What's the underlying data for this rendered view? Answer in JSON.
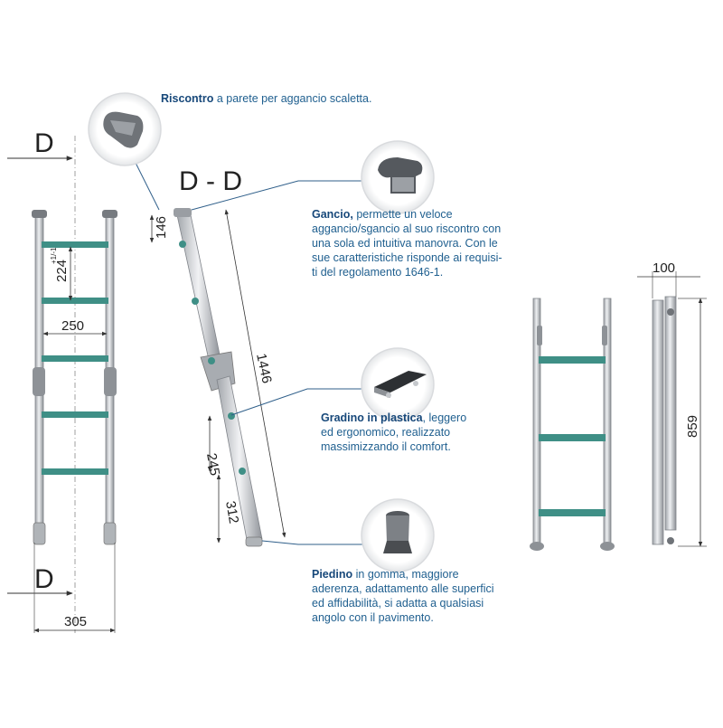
{
  "section_labels": {
    "top": "D",
    "bottom": "D",
    "section": "D - D"
  },
  "dimensions": {
    "rung_spacing": "224",
    "rung_spacing_tol": "+1/-1",
    "inner_width": "250",
    "outer_width": "305",
    "hook_offset": "146",
    "length": "1446",
    "step_a": "245",
    "step_b": "312",
    "depth": "100",
    "height": "859"
  },
  "callouts": {
    "riscontro": {
      "title": "Riscontro",
      "text": " a parete per aggancio scaletta."
    },
    "gancio": {
      "title": "Gancio,",
      "line1": " permette un veloce",
      "line2": "aggancio/sgancio al suo riscontro con",
      "line3": "una sola ed intuitiva manovra. Con le",
      "line4": "sue caratteristiche risponde ai requisi-",
      "line5": "ti del regolamento 1646-1."
    },
    "gradino": {
      "title": "Gradino in plastica",
      "line1": ", leggero",
      "line2": "ed ergonomico, realizzato",
      "line3": "massimizzando il comfort."
    },
    "piedino": {
      "title": "Piedino",
      "line1": " in gomma, maggiore",
      "line2": "aderenza, adattamento alle superfici",
      "line3": "ed affidabilità, si adatta a qualsiasi",
      "line4": "angolo con il pavimento."
    }
  },
  "colors": {
    "rung": "#3f8f86",
    "rail": "#c9ccd0",
    "rail_dark": "#8d9196",
    "text": "#1f5f8f",
    "title": "#17487a",
    "leader": "#2f5f8a"
  },
  "icons": [
    "wall-bracket-icon",
    "hook-icon",
    "plastic-step-icon",
    "rubber-foot-icon"
  ]
}
